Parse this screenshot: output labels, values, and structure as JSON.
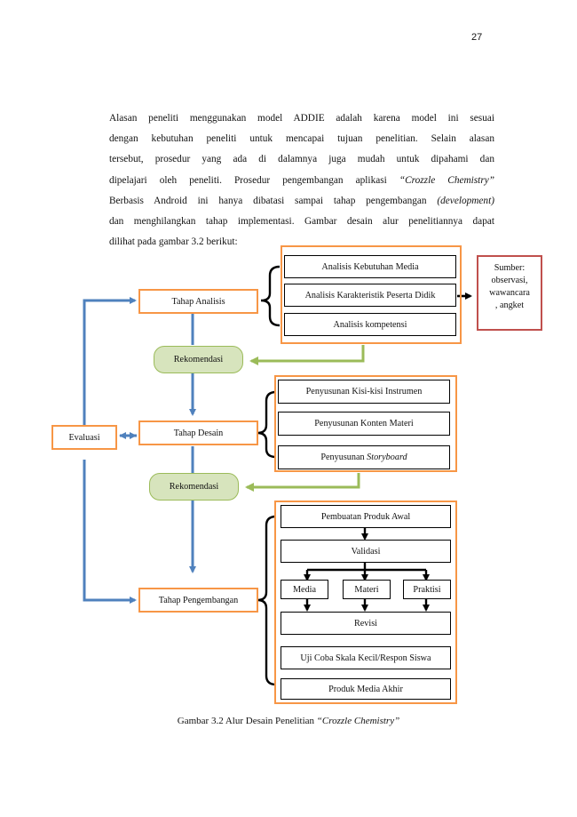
{
  "page_number": "27",
  "paragraph": {
    "l1": "Alasan peneliti menggunakan model ADDIE adalah karena model ini sesuai",
    "l2": "dengan kebutuhan peneliti untuk mencapai tujuan penelitian. Selain alasan",
    "l3": "tersebut, prosedur yang ada di dalamnya juga mudah untuk dipahami dan",
    "l4a": "dipelajari oleh peneliti. Prosedur pengembangan aplikasi ",
    "l4b": "“Crozzle Chemistry”",
    "l5a": "Berbasis Android ini hanya dibatasi sampai tahap pengembangan ",
    "l5b": "(development)",
    "l6": "dan menghilangkan tahap implementasi. Gambar desain alur penelitiannya dapat",
    "l7": "dilihat pada gambar 3.2 berikut:"
  },
  "diagram": {
    "evaluasi": "Evaluasi",
    "tahap_analisis": "Tahap Analisis",
    "tahap_desain": "Tahap Desain",
    "tahap_pengembangan": "Tahap Pengembangan",
    "rekomendasi_1": "Rekomendasi",
    "rekomendasi_2": "Rekomendasi",
    "analisis_items": [
      "Analisis Kebutuhan Media",
      "Analisis Karakteristik Peserta Didik",
      "Analisis kompetensi"
    ],
    "sumber": [
      "Sumber:",
      "observasi,",
      "wawancara",
      ", angket"
    ],
    "desain_items": [
      "Penyusunan Kisi-kisi Instrumen",
      "Penyusunan Konten Materi"
    ],
    "storyboard_prefix": "Penyusunan ",
    "storyboard_italic": "Storyboard",
    "pembuatan": "Pembuatan Produk Awal",
    "validasi": "Validasi",
    "media": "Media",
    "materi": "Materi",
    "praktisi": "Praktisi",
    "revisi": "Revisi",
    "uji_coba": "Uji Coba Skala Kecil/Respon Siswa",
    "produk_akhir": "Produk Media Akhir",
    "colors": {
      "orange": "#f79646",
      "blue": "#4f81bd",
      "green": "#9bbb59",
      "green_fill": "#d7e4bd",
      "red": "#c0504d"
    }
  },
  "caption": {
    "prefix": "Gambar 3.2 Alur Desain Penelitian ",
    "italic": "“Crozzle Chemistry”"
  }
}
